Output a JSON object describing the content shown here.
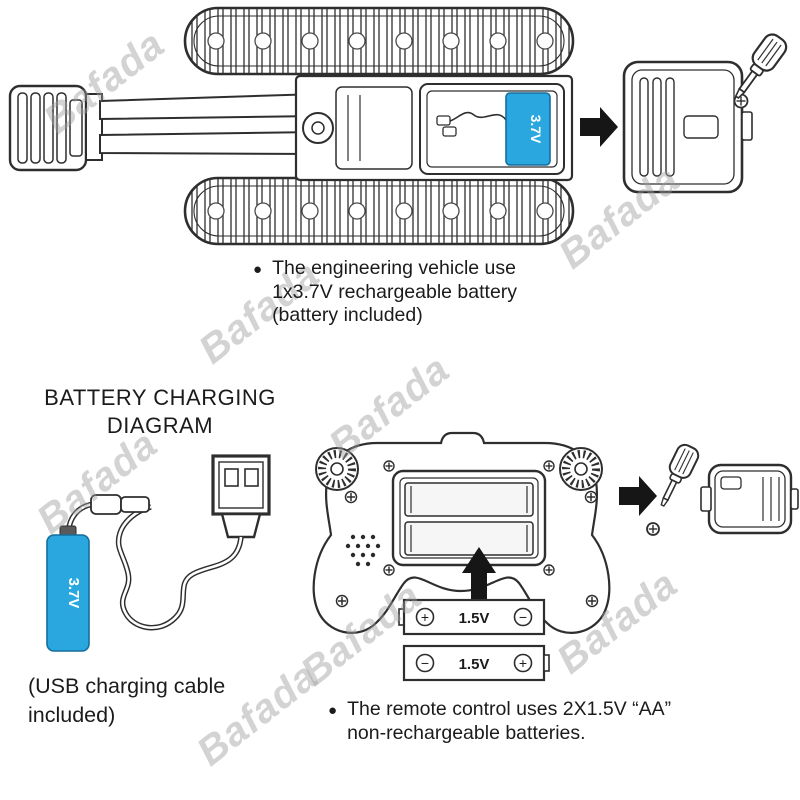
{
  "watermark": {
    "text": "Bafada"
  },
  "bullets": {
    "marker": "●"
  },
  "vehicle": {
    "battery_label": "3.7V",
    "note_lines": [
      "The engineering vehicle use",
      "1x3.7V rechargeable battery",
      "(battery included)"
    ]
  },
  "charging": {
    "heading_lines": [
      "BATTERY CHARGING",
      "DIAGRAM"
    ],
    "battery_label": "3.7V",
    "cable_note_lines": [
      "(USB charging cable",
      "included)"
    ]
  },
  "remote": {
    "batteries": [
      {
        "label": "1.5V",
        "left_terminal": "+",
        "right_terminal": "−"
      },
      {
        "label": "1.5V",
        "left_terminal": "−",
        "right_terminal": "+"
      }
    ],
    "note_lines": [
      "The remote control uses 2X1.5V “AA”",
      "non-rechargeable batteries."
    ]
  },
  "colors": {
    "battery_blue": "#2AA7DF",
    "line": "#2E2E2E",
    "watermark": "#9E9E9E"
  }
}
